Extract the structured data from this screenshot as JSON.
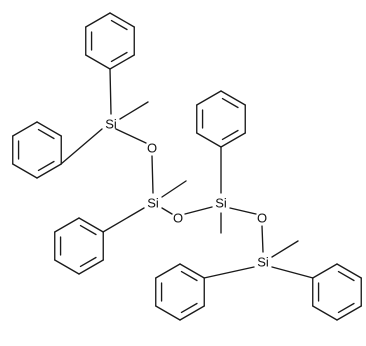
{
  "molecule": {
    "labels": {
      "silicon": "Si",
      "oxygen": "O"
    },
    "atoms": [
      {
        "id": "si1",
        "element": "Si"
      },
      {
        "id": "o1",
        "element": "O"
      },
      {
        "id": "si2",
        "element": "Si"
      },
      {
        "id": "o2",
        "element": "O"
      },
      {
        "id": "si3",
        "element": "Si"
      },
      {
        "id": "o3",
        "element": "O"
      },
      {
        "id": "si4",
        "element": "Si"
      }
    ],
    "colors": {
      "bond": "#1a1a1a",
      "label": "#111111",
      "background": "#ffffff"
    }
  }
}
